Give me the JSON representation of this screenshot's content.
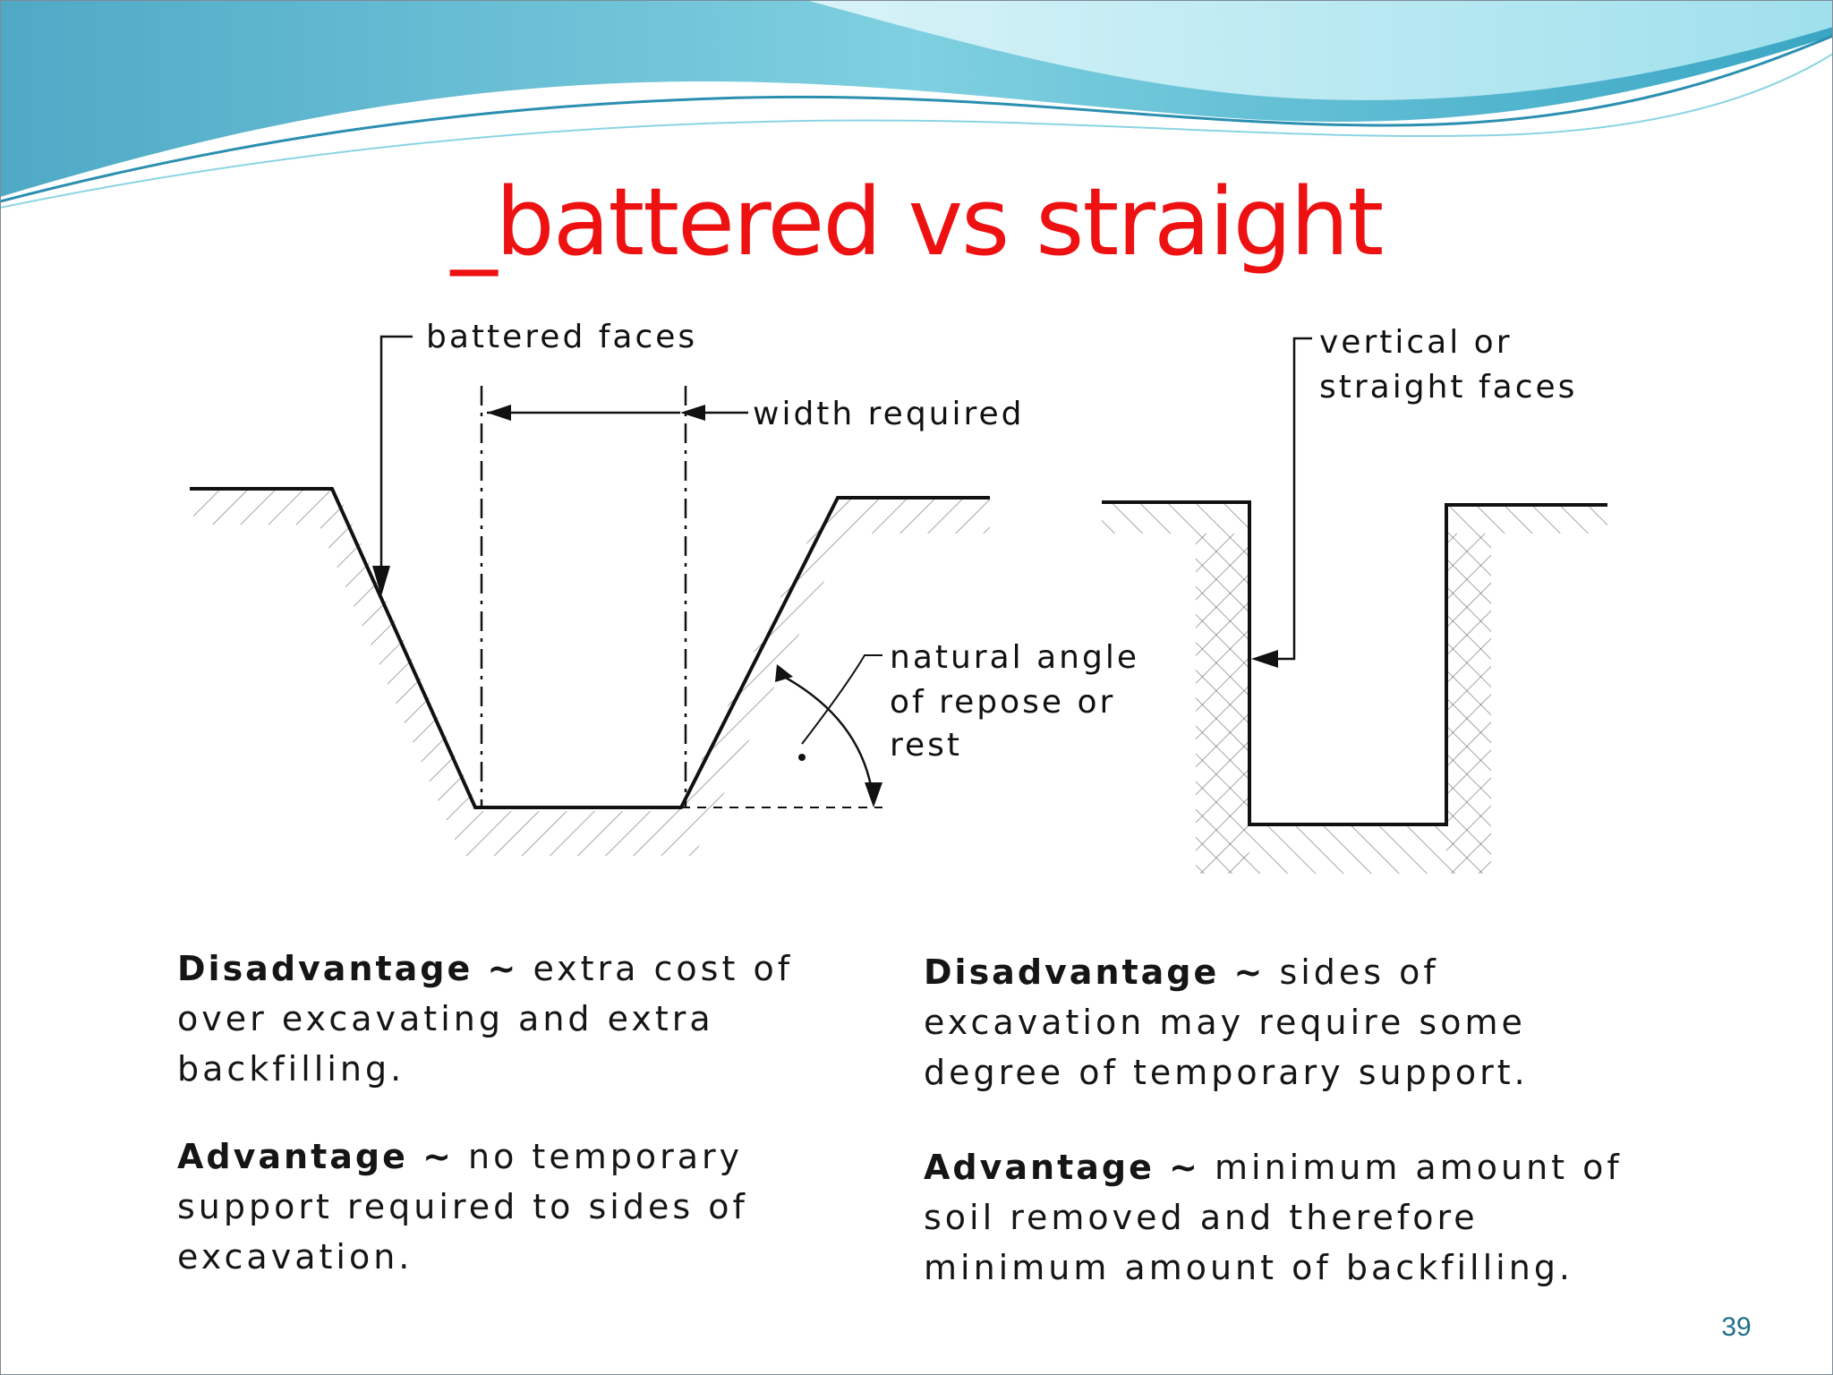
{
  "slide": {
    "title": "_battered vs straight",
    "page_number": "39",
    "colors": {
      "title": "#ee1111",
      "wave_primary": "#5bc0d3",
      "wave_light": "#a8e3ee",
      "page_number": "#1f6f8b"
    }
  },
  "diagram": {
    "labels": {
      "battered_faces": "battered faces",
      "width_required": "width required",
      "vertical_line1": "vertical  or",
      "vertical_line2": "straight  faces",
      "angle_line1": "natural angle",
      "angle_line2": "of  repose or",
      "angle_line3": "rest"
    }
  },
  "notes": {
    "battered_disadvantage": {
      "lead": "Disadvantage ~",
      "text": " extra cost of over excavating and extra backfilling."
    },
    "battered_advantage": {
      "lead": "Advantage ~",
      "text": " no temporary support required to sides of excavation."
    },
    "straight_disadvantage": {
      "lead": "Disadvantage ~",
      "text": " sides of excavation may require some degree of temporary support."
    },
    "straight_advantage": {
      "lead": "Advantage ~",
      "text": " minimum amount of soil removed and therefore minimum amount of backfilling."
    }
  }
}
